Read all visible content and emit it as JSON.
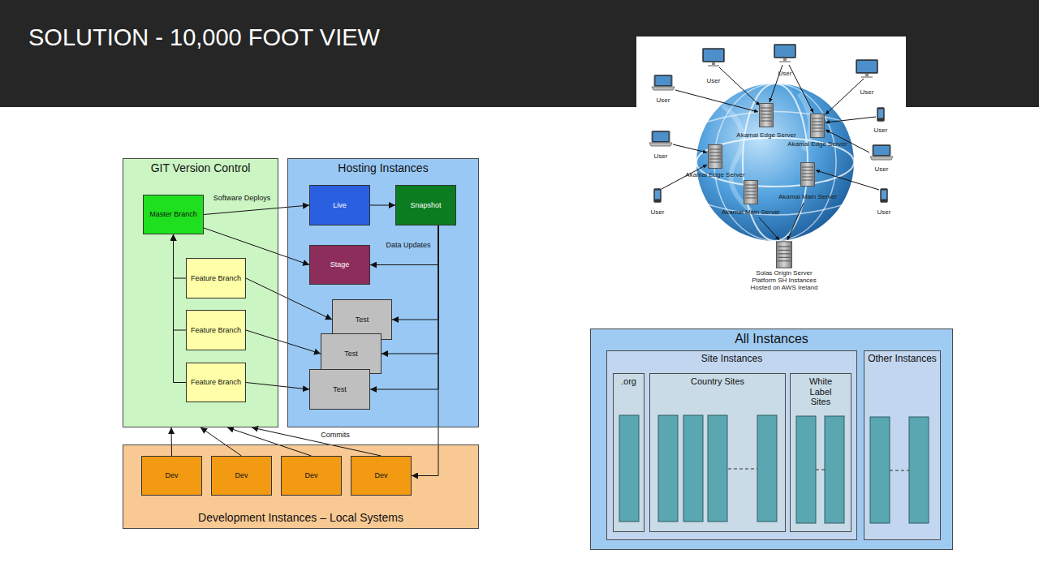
{
  "diagram": {
    "title": "SOLUTION - 10,000 FOOT VIEW",
    "nodes": [
      {
        "text": [
          "GIT Version Control"
        ]
      },
      {
        "text": [
          "Master Branch"
        ],
        "in": 0
      },
      {
        "text": [
          "Feature Branch"
        ],
        "in": 0
      },
      {
        "text": [
          "Feature Branch"
        ],
        "in": 0
      },
      {
        "text": [
          "Feature Branch"
        ],
        "in": 0
      },
      {
        "text": [
          "Hosting Instances"
        ]
      },
      {
        "text": [
          "Live"
        ],
        "in": 5
      },
      {
        "text": [
          "Snapshot"
        ],
        "in": 5
      },
      {
        "text": [
          "Stage"
        ],
        "in": 5
      },
      {
        "text": [
          "Test"
        ],
        "in": 5
      },
      {
        "text": [
          "Test"
        ],
        "in": 5
      },
      {
        "text": [
          "Test"
        ],
        "in": 5
      },
      {
        "text": [
          "Development Instances – Local Systems"
        ]
      },
      {
        "text": [
          "Dev"
        ],
        "in": 12
      },
      {
        "text": [
          "Dev"
        ],
        "in": 12
      },
      {
        "text": [
          "Dev"
        ],
        "in": 12
      },
      {
        "text": [
          "Dev"
        ],
        "in": 12
      },
      {
        "text": [
          "All Instances"
        ]
      },
      {
        "text": [
          "Site Instances"
        ],
        "in": 17
      },
      {
        "text": [
          ".org"
        ],
        "in": 18
      },
      {
        "text": [
          "Country Sites"
        ],
        "in": 18
      },
      {
        "text": [
          "White Label Sites"
        ],
        "in": 18
      },
      {
        "text": [
          "Other Instances"
        ],
        "in": 17
      }
    ],
    "edges": [
      {
        "from": 1,
        "to": 6,
        "label": "Software Deploys",
        "arrow": "to"
      },
      {
        "from": 1,
        "to": 8,
        "arrow": "to"
      },
      {
        "from": 6,
        "to": 7,
        "arrow": "to"
      },
      {
        "from": 7,
        "to": 8,
        "label": "Data Updates",
        "arrow": "to"
      },
      {
        "from": 7,
        "to": 9,
        "arrow": "to"
      },
      {
        "from": 7,
        "to": 10,
        "arrow": "to"
      },
      {
        "from": 7,
        "to": 11,
        "arrow": "to"
      },
      {
        "from": 7,
        "to": 16,
        "arrow": "to"
      },
      {
        "from": 2,
        "to": 9,
        "arrow": "to"
      },
      {
        "from": 3,
        "to": 10,
        "arrow": "to"
      },
      {
        "from": 4,
        "to": 11,
        "arrow": "to"
      },
      {
        "from": 2,
        "to": 1,
        "arrow": "to"
      },
      {
        "from": 3,
        "to": 1,
        "arrow": "to"
      },
      {
        "from": 4,
        "to": 1,
        "arrow": "to"
      },
      {
        "from": 13,
        "to": 0,
        "arrow": "to"
      },
      {
        "from": 14,
        "to": 0,
        "arrow": "to"
      },
      {
        "from": 15,
        "to": 0,
        "arrow": "to"
      },
      {
        "from": 16,
        "to": 0,
        "label": "Commits",
        "arrow": "to"
      }
    ],
    "labels": [
      "User",
      "User",
      "User",
      "User",
      "Akamai Edge Server",
      "User",
      "Akamai Edge Server",
      "User",
      "User",
      "Akamai Edge Server",
      "Akamai Main Server",
      "User",
      "Akamai Main Server",
      "User",
      "Solas Origin Server Platform SH Instances Hosted on AWS Ireland"
    ]
  }
}
